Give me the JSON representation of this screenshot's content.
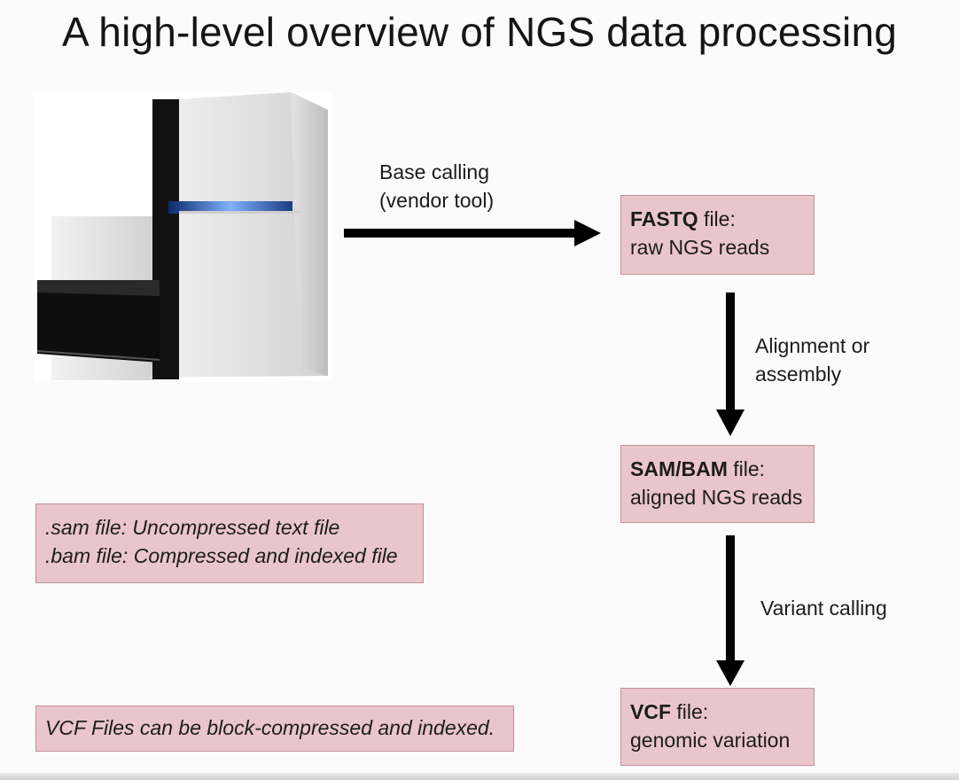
{
  "title": "A high-level overview of NGS data processing",
  "sequencer": {
    "icon": "ngs-sequencer-instrument"
  },
  "steps": {
    "base_calling": [
      "Base calling",
      "(vendor tool)"
    ],
    "alignment": [
      "Alignment or",
      "assembly"
    ],
    "variant_calling": "Variant calling"
  },
  "files": {
    "fastq": {
      "name": "FASTQ",
      "suffix": " file:",
      "desc": "raw NGS reads"
    },
    "sambam": {
      "name": "SAM/BAM",
      "suffix": " file:",
      "desc": "aligned NGS reads"
    },
    "vcf": {
      "name": "VCF",
      "suffix": " file:",
      "desc": "genomic variation"
    }
  },
  "notes": {
    "sam_bam": [
      ".sam file: Uncompressed text file",
      ".bam file: Compressed and indexed file"
    ],
    "vcf": "VCF Files can be block-compressed and indexed."
  },
  "colors": {
    "box_fill": "#e9c6cb",
    "box_border": "#c08f98",
    "arrow": "#000000"
  }
}
